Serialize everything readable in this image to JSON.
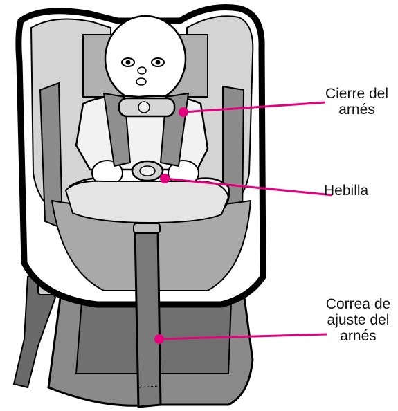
{
  "callouts": {
    "harness_clip": {
      "line1": "Cierre del",
      "line2": "arnés"
    },
    "buckle": {
      "text": "Hebilla"
    },
    "adjust_strap": {
      "line1": "Correa de",
      "line2": "ajuste del",
      "line3": "arnés"
    }
  },
  "colors": {
    "callout": "#e6007e",
    "outline": "#000000",
    "seat_light": "#d9d9d9",
    "seat_mid": "#b5b5b5",
    "seat_dark": "#8a8a8a",
    "strap": "#7a7a7a"
  }
}
